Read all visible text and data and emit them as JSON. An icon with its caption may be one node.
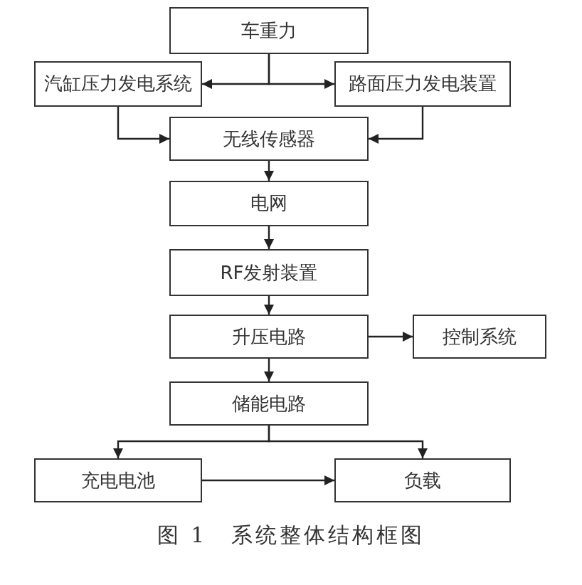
{
  "diagram": {
    "caption": "图 1　系统整体结构框图",
    "nodes": [
      {
        "text": [
          "车重力"
        ]
      },
      {
        "text": [
          "汽缸压力发电系统"
        ]
      },
      {
        "text": [
          "路面压力发电装置"
        ]
      },
      {
        "text": [
          "无线传感器"
        ]
      },
      {
        "text": [
          "电网"
        ]
      },
      {
        "text": [
          "RF发射装置"
        ]
      },
      {
        "text": [
          "升压电路"
        ]
      },
      {
        "text": [
          "控制系统"
        ]
      },
      {
        "text": [
          "储能电路"
        ]
      },
      {
        "text": [
          "充电电池"
        ]
      },
      {
        "text": [
          "负载"
        ]
      }
    ],
    "edges": [
      {
        "from": 0,
        "to": 1,
        "arrow": "to"
      },
      {
        "from": 0,
        "to": 2,
        "arrow": "to"
      },
      {
        "from": 1,
        "to": 3,
        "arrow": "to"
      },
      {
        "from": 2,
        "to": 3,
        "arrow": "to"
      },
      {
        "from": 3,
        "to": 4,
        "arrow": "to"
      },
      {
        "from": 4,
        "to": 5,
        "arrow": "to"
      },
      {
        "from": 5,
        "to": 6,
        "arrow": "to"
      },
      {
        "from": 6,
        "to": 7,
        "arrow": "to"
      },
      {
        "from": 6,
        "to": 8,
        "arrow": "to"
      },
      {
        "from": 8,
        "to": 9,
        "arrow": "to"
      },
      {
        "from": 8,
        "to": 10,
        "arrow": "to"
      },
      {
        "from": 9,
        "to": 10,
        "arrow": "to"
      }
    ]
  }
}
